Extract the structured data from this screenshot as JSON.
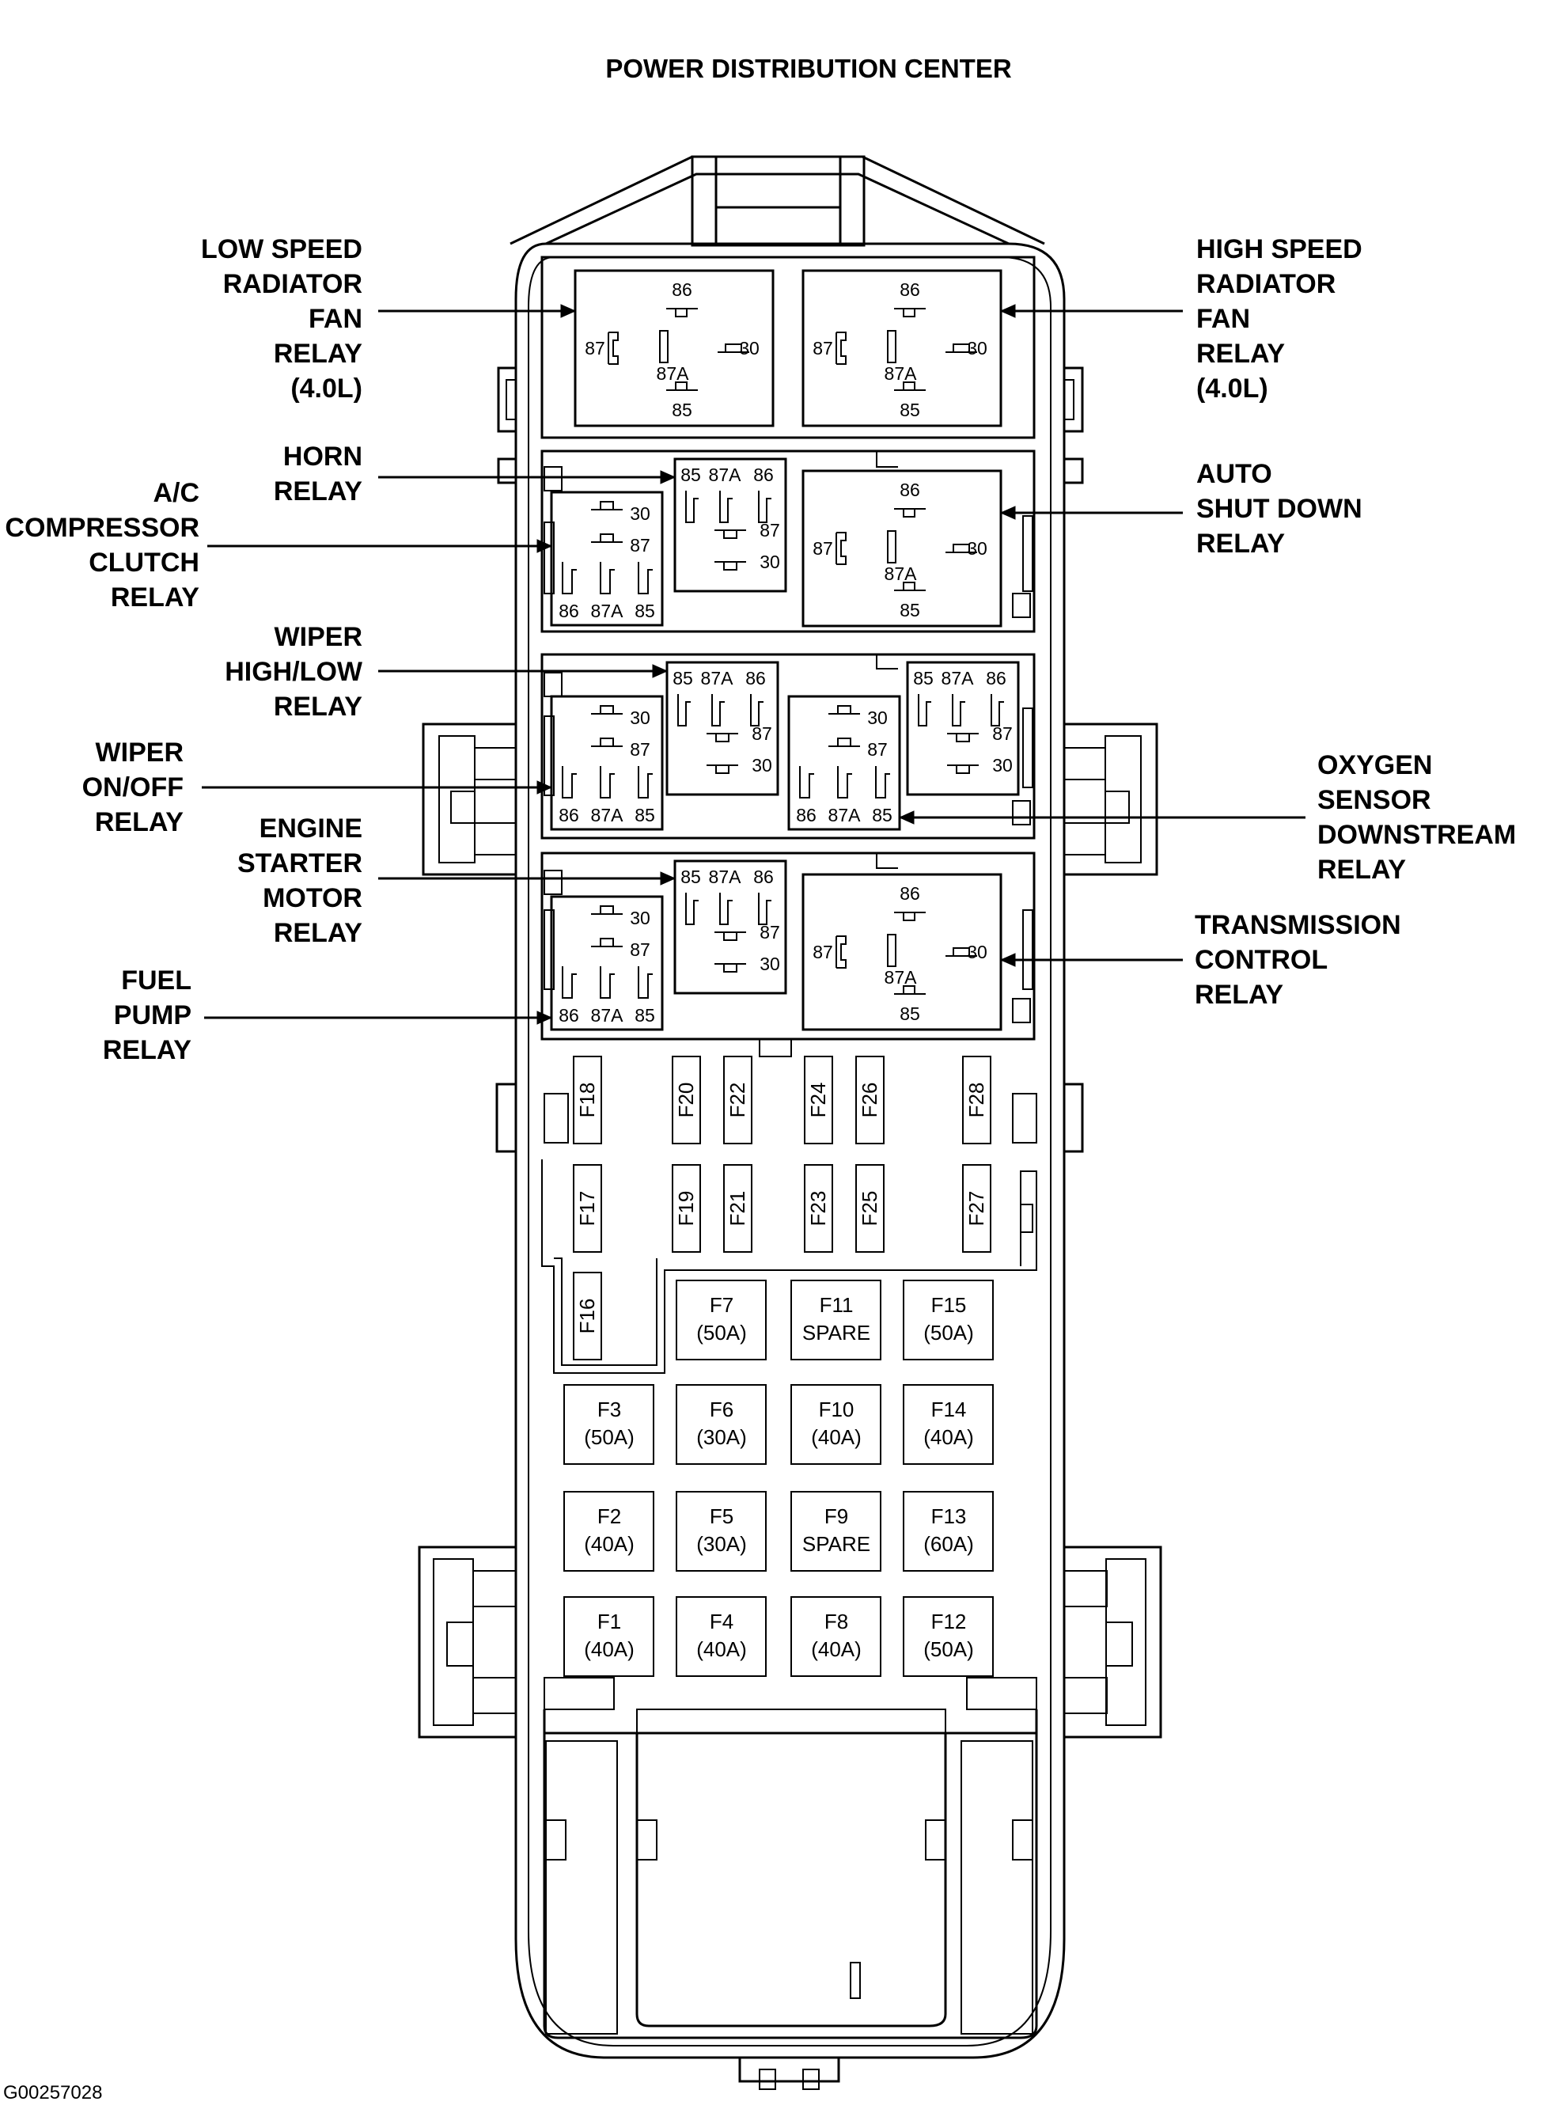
{
  "title": "POWER DISTRIBUTION CENTER",
  "figure_id": "G00257028",
  "callouts": {
    "low_speed_fan": [
      "LOW SPEED",
      "RADIATOR",
      "FAN",
      "RELAY",
      "(4.0L)"
    ],
    "high_speed_fan": [
      "HIGH SPEED",
      "RADIATOR",
      "FAN",
      "RELAY",
      "(4.0L)"
    ],
    "horn": [
      "HORN",
      "RELAY"
    ],
    "ac_clutch": [
      "A/C",
      "COMPRESSOR",
      "CLUTCH",
      "RELAY"
    ],
    "auto_shutdown": [
      "AUTO",
      "SHUT DOWN",
      "RELAY"
    ],
    "wiper_highlow": [
      "WIPER",
      "HIGH/LOW",
      "RELAY"
    ],
    "wiper_onoff": [
      "WIPER",
      "ON/OFF",
      "RELAY"
    ],
    "oxygen_sensor": [
      "OXYGEN",
      "SENSOR",
      "DOWNSTREAM",
      "RELAY"
    ],
    "starter": [
      "ENGINE",
      "STARTER",
      "MOTOR",
      "RELAY"
    ],
    "transmission": [
      "TRANSMISSION",
      "CONTROL",
      "RELAY"
    ],
    "fuel_pump": [
      "FUEL",
      "PUMP",
      "RELAY"
    ]
  },
  "pins": {
    "p86": "86",
    "p87": "87",
    "p87a": "87A",
    "p85": "85",
    "p30": "30"
  },
  "mini_fuses": [
    "F16",
    "F17",
    "F18",
    "F19",
    "F20",
    "F21",
    "F22",
    "F23",
    "F24",
    "F25",
    "F26",
    "F27",
    "F28"
  ],
  "maxi_fuses": [
    {
      "id": "F1",
      "rating": "(40A)"
    },
    {
      "id": "F2",
      "rating": "(40A)"
    },
    {
      "id": "F3",
      "rating": "(50A)"
    },
    {
      "id": "F4",
      "rating": "(40A)"
    },
    {
      "id": "F5",
      "rating": "(30A)"
    },
    {
      "id": "F6",
      "rating": "(30A)"
    },
    {
      "id": "F7",
      "rating": "(50A)"
    },
    {
      "id": "F8",
      "rating": "(40A)"
    },
    {
      "id": "F9",
      "rating": "SPARE"
    },
    {
      "id": "F10",
      "rating": "(40A)"
    },
    {
      "id": "F11",
      "rating": "SPARE"
    },
    {
      "id": "F12",
      "rating": "(50A)"
    },
    {
      "id": "F13",
      "rating": "(60A)"
    },
    {
      "id": "F14",
      "rating": "(40A)"
    },
    {
      "id": "F15",
      "rating": "(50A)"
    }
  ]
}
